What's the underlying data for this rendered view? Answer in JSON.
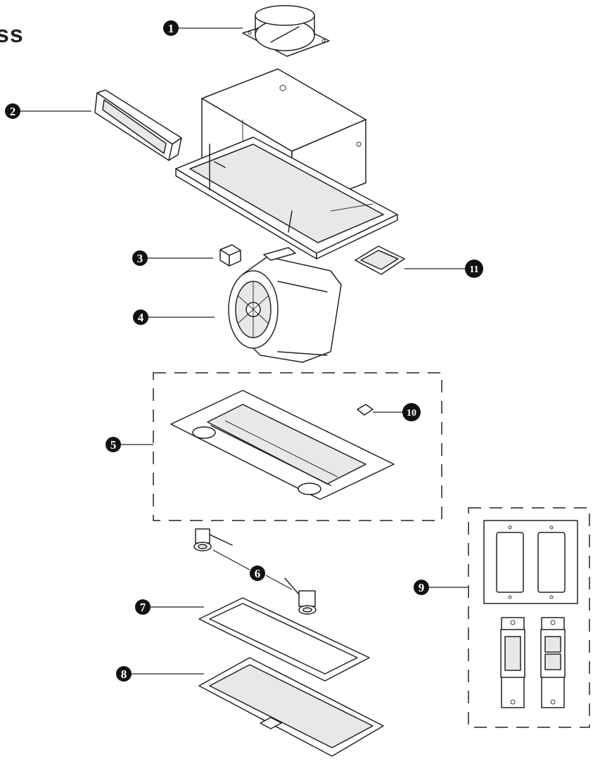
{
  "heading_fragment": "ss",
  "callouts": [
    "1",
    "2",
    "3",
    "4",
    "5",
    "6",
    "7",
    "8",
    "9",
    "10",
    "11"
  ]
}
